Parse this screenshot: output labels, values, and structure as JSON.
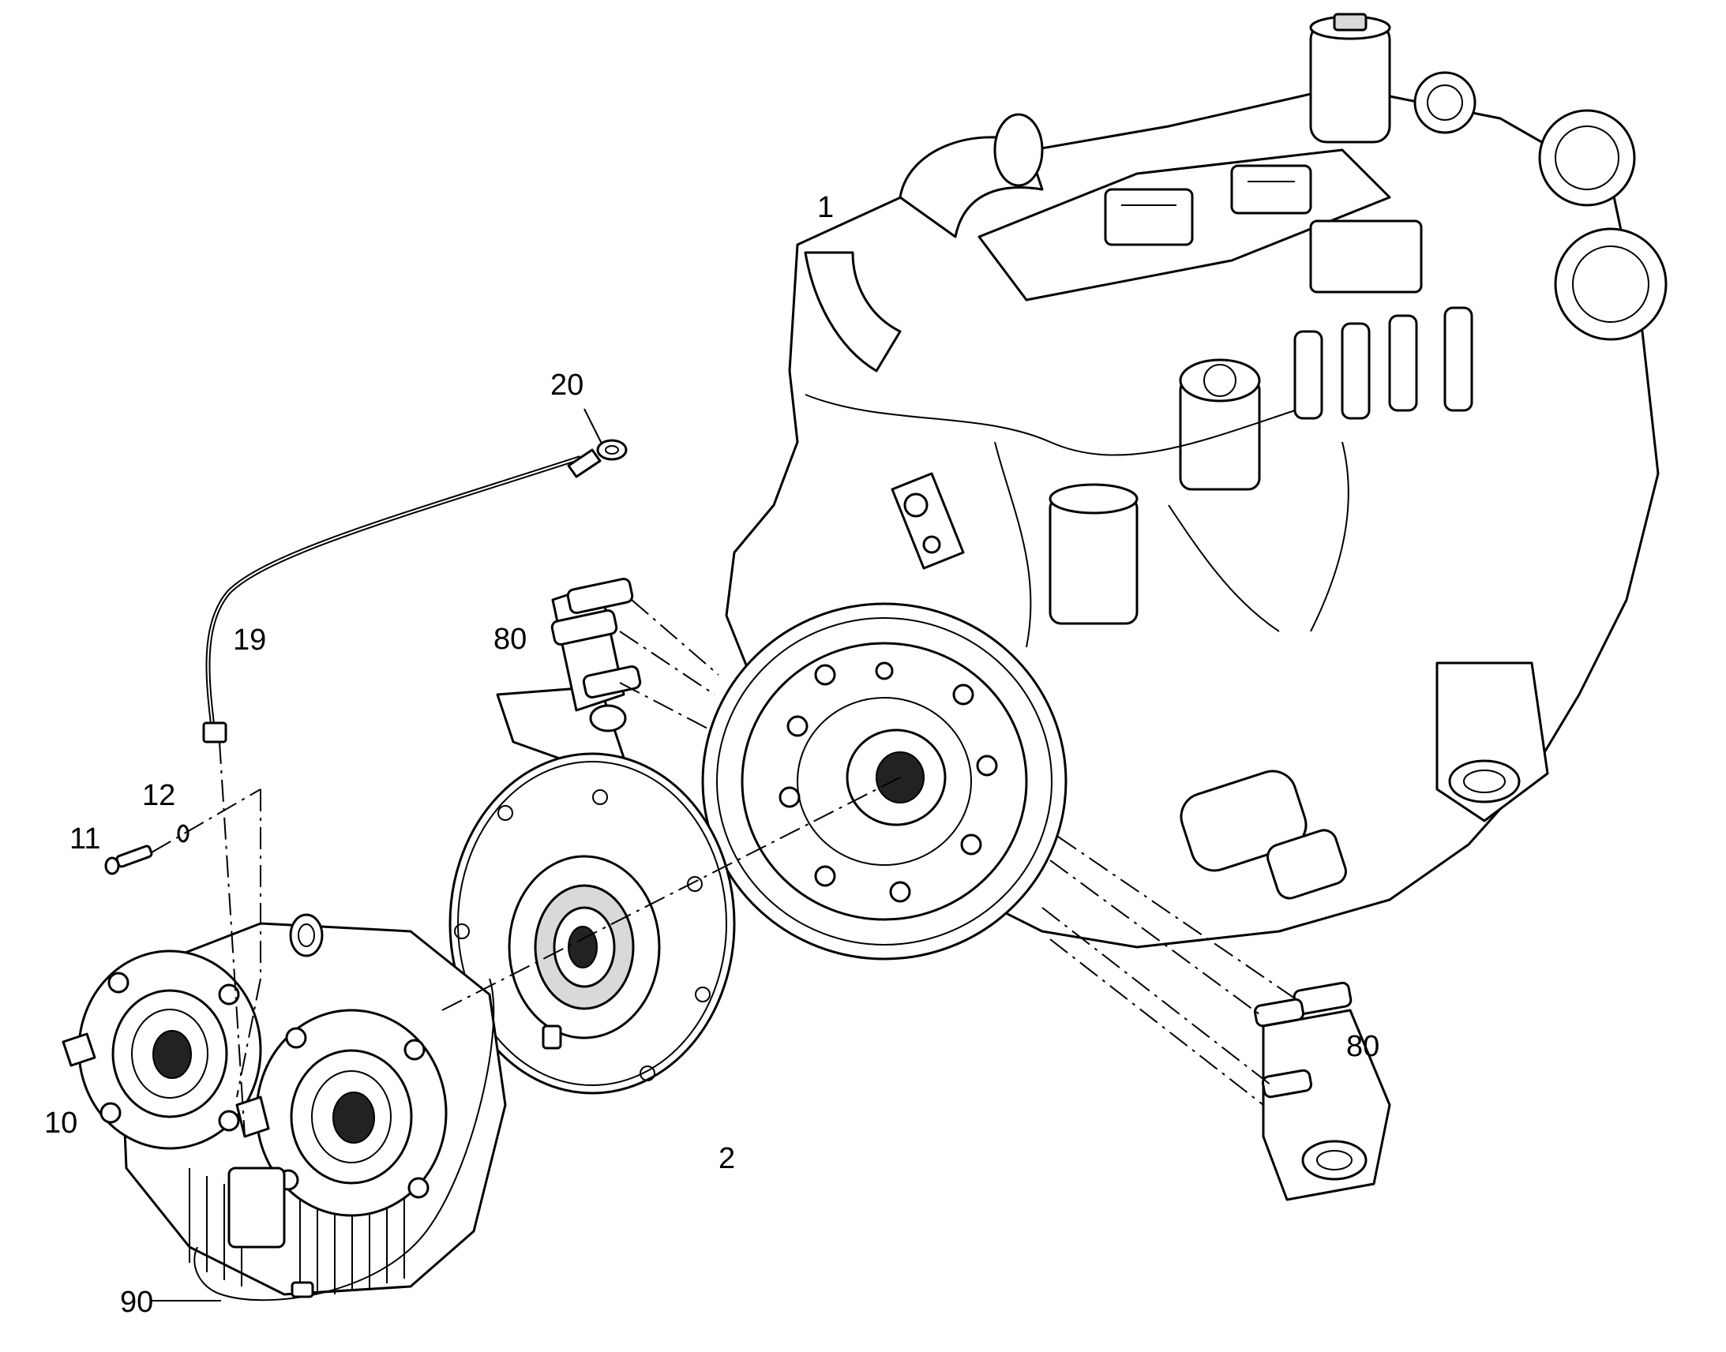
{
  "callouts": {
    "c1": "1",
    "c2": "2",
    "c10": "10",
    "c11": "11",
    "c12": "12",
    "c19": "19",
    "c20": "20",
    "c80a": "80",
    "c80b": "80",
    "c90": "90"
  },
  "colors": {
    "ink": "#000000",
    "background": "#ffffff",
    "shade": "#d9d9d9"
  }
}
